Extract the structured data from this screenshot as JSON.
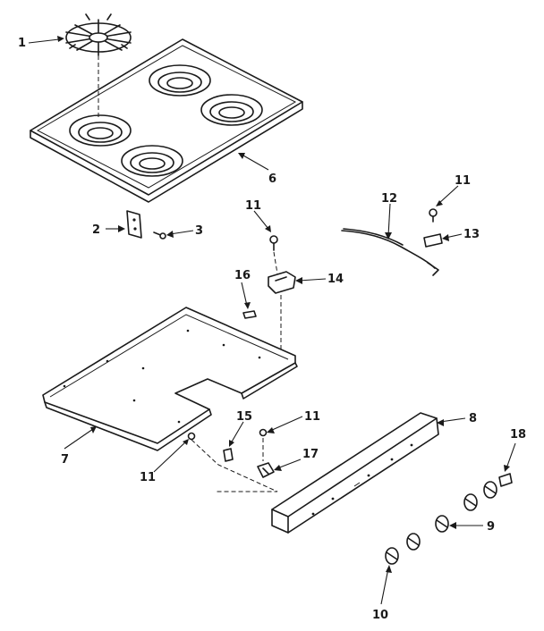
{
  "callouts": {
    "c1": "1",
    "c2": "2",
    "c3": "3",
    "c6": "6",
    "c7": "7",
    "c8": "8",
    "c9": "9",
    "c10": "10",
    "c11a": "11",
    "c11b": "11",
    "c11c": "11",
    "c11d": "11",
    "c12": "12",
    "c13": "13",
    "c14": "14",
    "c15": "15",
    "c16": "16",
    "c17": "17",
    "c18": "18"
  }
}
